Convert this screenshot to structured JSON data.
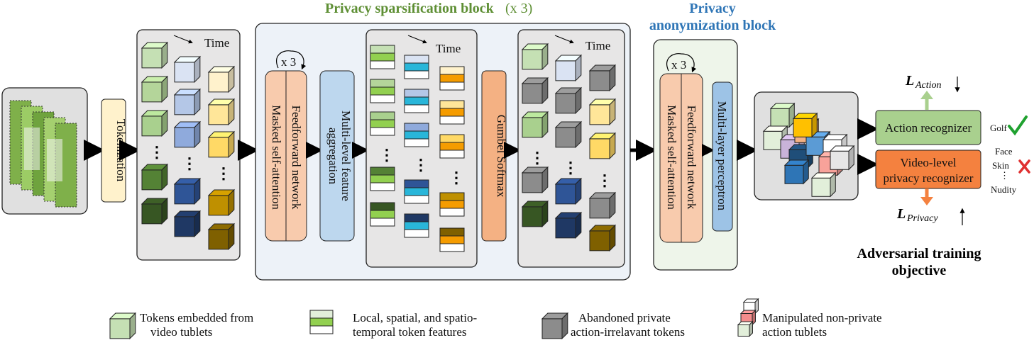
{
  "headers": {
    "sparsification": "Privacy sparsification block",
    "sparsification_repeat": "(x 3)",
    "anonymization_line1": "Privacy",
    "anonymization_line2": "anonymization block"
  },
  "labels": {
    "tokenization": "Tokenization",
    "time": "Time",
    "repeat": "x 3",
    "mask_attention": "Masked self-attention",
    "feedforward": "Feedforward network",
    "multi_level_line1": "Multi-level feature",
    "multi_level_line2": "aggregation",
    "gumbel": "Gumbel Softmax",
    "mlp": "Multi-layer perceptron",
    "action_recognizer": "Action recognizer",
    "privacy_recognizer_line1": "Video-level",
    "privacy_recognizer_line2": "privacy recognizer",
    "loss_action_main": "L",
    "loss_action_sub": "Action",
    "loss_privacy_main": "L",
    "loss_privacy_sub": "Privacy",
    "golf": "Golf",
    "face": "Face",
    "skin": "Skin",
    "nudity": "Nudity",
    "objective_line1": "Adversarial training",
    "objective_line2": "objective"
  },
  "legend": [
    {
      "line1": "Tokens embedded from",
      "line2": "video tublets"
    },
    {
      "line1": "Local, spatial, and spatio-",
      "line2": "temporal token features"
    },
    {
      "line1": "Abandoned private",
      "line2": "action-irrelavant tokens"
    },
    {
      "line1": "Manipulated non-private",
      "line2": "action tublets"
    }
  ],
  "colors": {
    "green_title": "#5e8f34",
    "blue_title": "#2e75b6",
    "attention_block": "#f8cbad",
    "mlp_block": "#bdd7ee",
    "gumbel_block": "#f4b183",
    "token_block": "#fff2cc",
    "action_rec": "#a9d08e",
    "privacy_rec": "#f4813f",
    "check": "#1fa12f",
    "cross": "#e03131"
  }
}
